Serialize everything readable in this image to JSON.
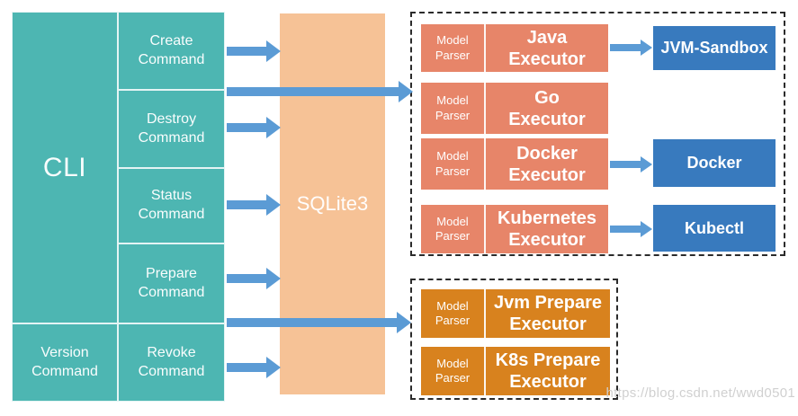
{
  "cli": {
    "label": "CLI"
  },
  "version_command": {
    "label": "Version Command"
  },
  "commands": [
    {
      "label": "Create Command"
    },
    {
      "label": "Destroy Command"
    },
    {
      "label": "Status Command"
    },
    {
      "label": "Prepare Command"
    },
    {
      "label": "Revoke Command"
    }
  ],
  "database": {
    "label": "SQLite3"
  },
  "executor_panel": {
    "executors": [
      {
        "parser_label": "Model Parser",
        "name": "Java Executor",
        "sandbox": "JVM-Sandbox"
      },
      {
        "parser_label": "Model Parser",
        "name": "Go Executor"
      },
      {
        "parser_label": "Model Parser",
        "name": "Docker Executor",
        "sandbox": "Docker"
      },
      {
        "parser_label": "Model Parser",
        "name": "Kubernetes Executor",
        "sandbox": "Kubectl"
      }
    ]
  },
  "prepare_panel": {
    "executors": [
      {
        "parser_label": "Model Parser",
        "name": "Jvm Prepare Executor"
      },
      {
        "parser_label": "Model Parser",
        "name": "K8s Prepare Executor"
      }
    ]
  },
  "watermark": "https://blog.csdn.net/wwd0501",
  "colors": {
    "teal": "#4DB6B2",
    "peach": "#F6C296",
    "salmon": "#E78569",
    "orange": "#D8821E",
    "blue": "#387ABE",
    "arrow": "#5B9BD5",
    "watermark": "#D0D0D0"
  }
}
